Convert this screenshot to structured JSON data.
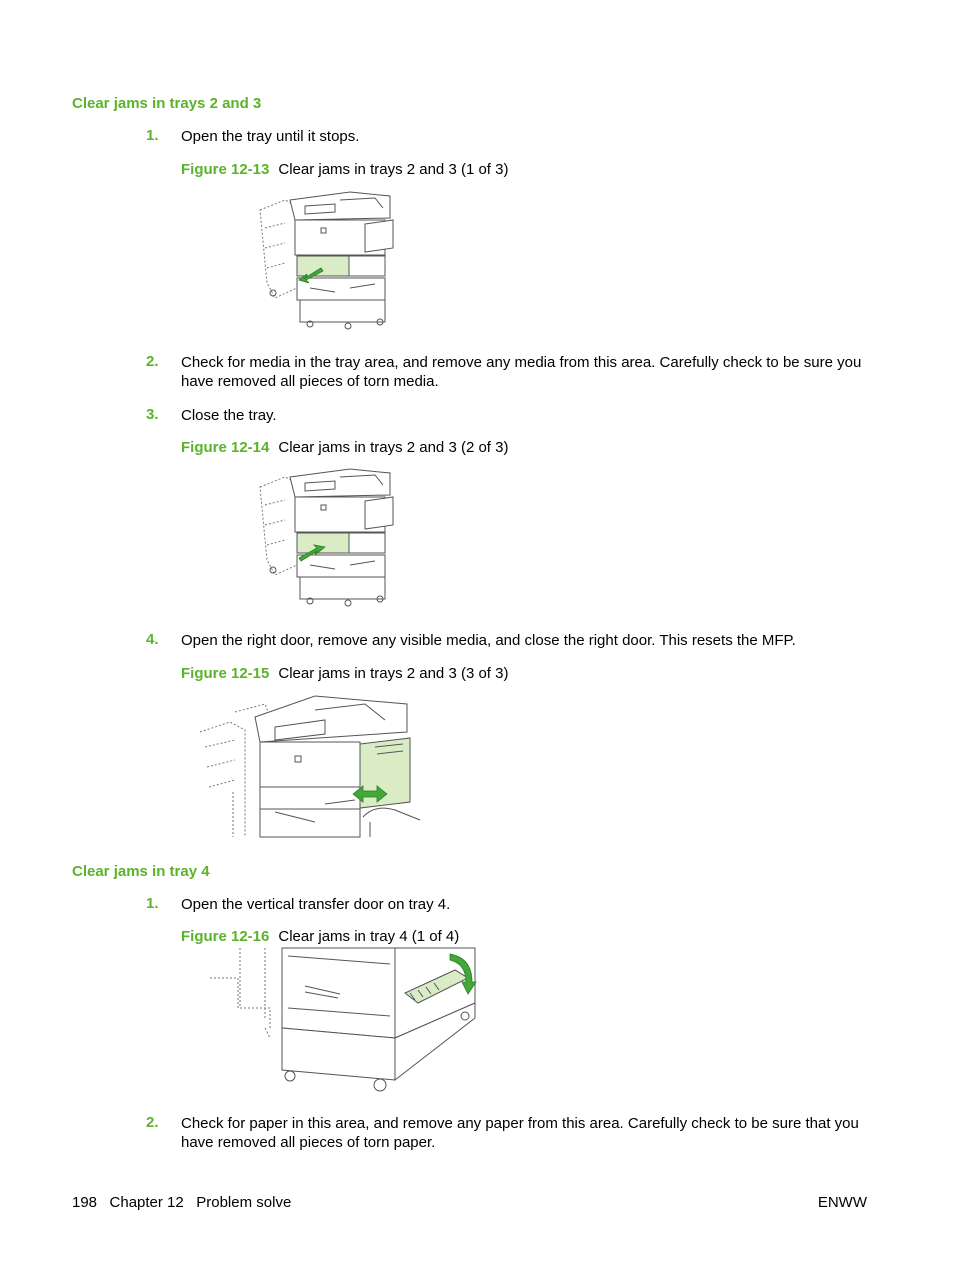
{
  "sections": [
    {
      "heading": "Clear jams in trays 2 and 3",
      "steps": [
        {
          "num": "1.",
          "text": "Open the tray until it stops.",
          "figure": {
            "label": "Figure 12-13",
            "caption": "Clear jams in trays 2 and 3 (1 of 3)"
          }
        },
        {
          "num": "2.",
          "text": "Check for media in the tray area, and remove any media from this area. Carefully check to be sure you have removed all pieces of torn media."
        },
        {
          "num": "3.",
          "text": "Close the tray.",
          "figure": {
            "label": "Figure 12-14",
            "caption": "Clear jams in trays 2 and 3 (2 of 3)"
          }
        },
        {
          "num": "4.",
          "text": "Open the right door, remove any visible media, and close the right door. This resets the MFP.",
          "figure": {
            "label": "Figure 12-15",
            "caption": "Clear jams in trays 2 and 3 (3 of 3)"
          }
        }
      ]
    },
    {
      "heading": "Clear jams in tray 4",
      "steps": [
        {
          "num": "1.",
          "text": "Open the vertical transfer door on tray 4.",
          "figure": {
            "label": "Figure 12-16",
            "caption": "Clear jams in tray 4 (1 of 4)"
          }
        },
        {
          "num": "2.",
          "text": "Check for paper in this area, and remove any paper from this area. Carefully check to be sure that you have removed all pieces of torn paper."
        }
      ]
    }
  ],
  "footer": {
    "left": "198   Chapter 12   Problem solve",
    "right": "ENWW"
  },
  "colors": {
    "accent": "#5bb32c",
    "highlight": "#d9ecc6",
    "arrow": "#43a838"
  }
}
